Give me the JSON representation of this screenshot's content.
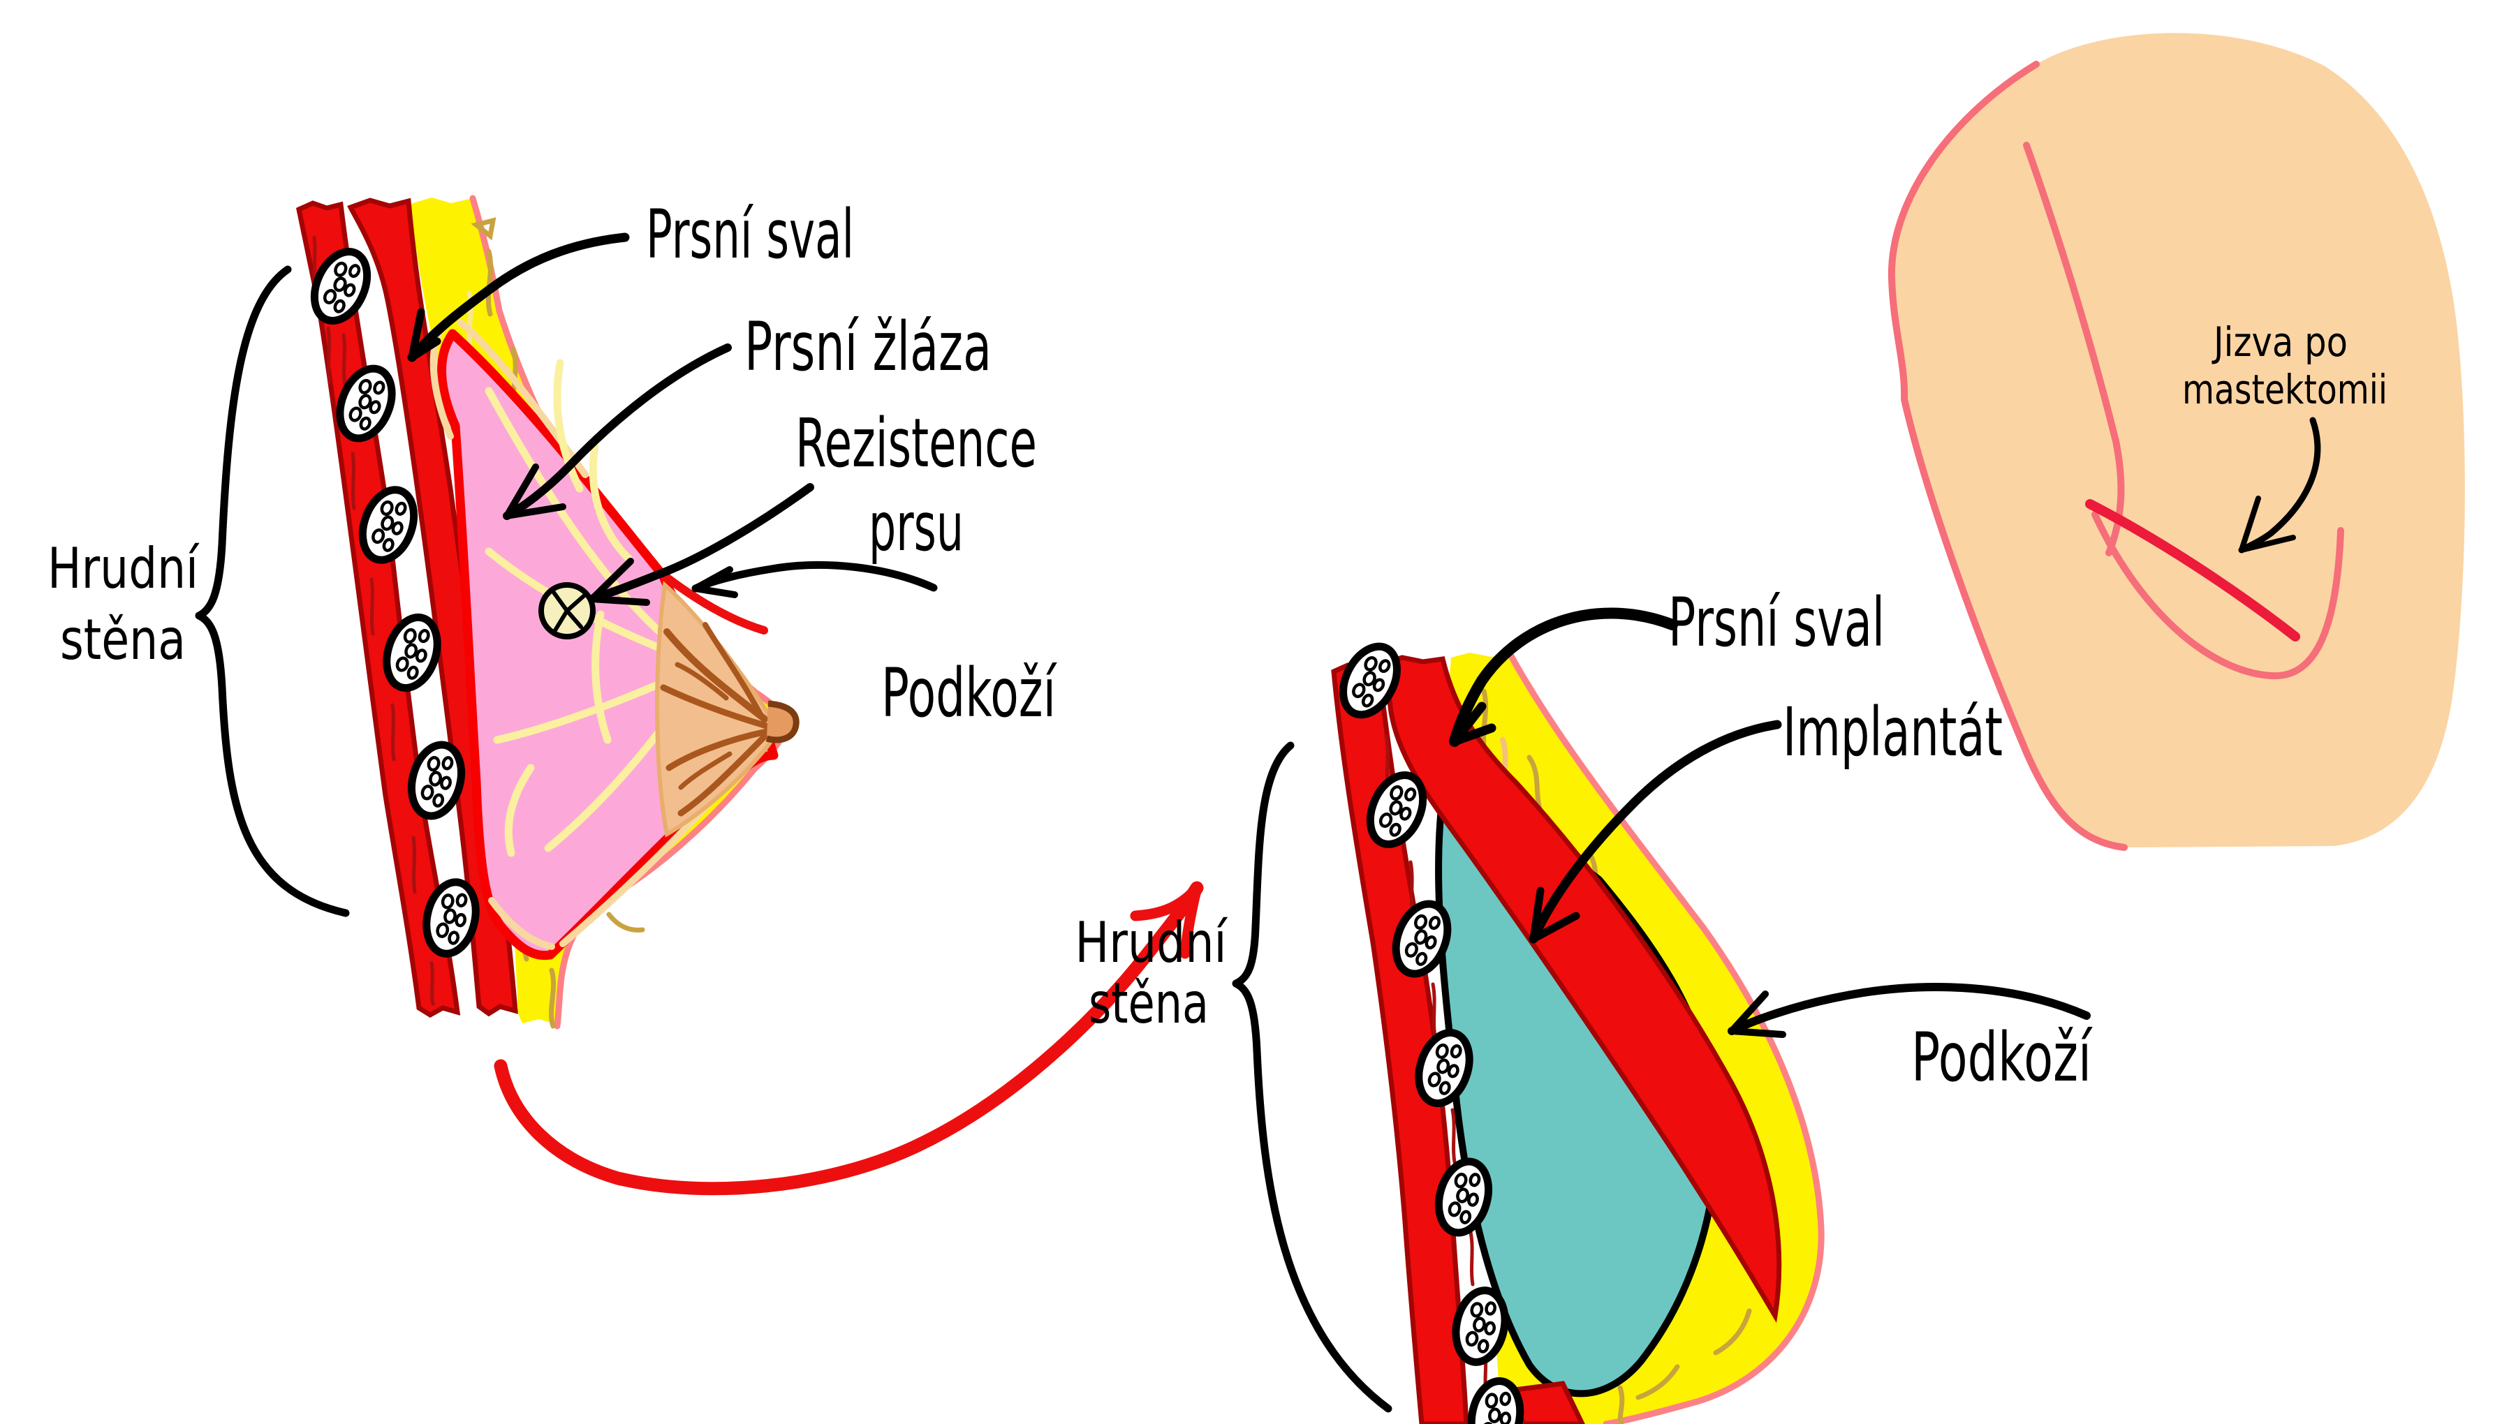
{
  "illustration": {
    "left_diagram": {
      "labels": {
        "pectoral_muscle": "Prsní sval",
        "mammary_gland": "Prsní žláza",
        "breast_lump_line1": "Rezistence",
        "breast_lump_line2": "prsu",
        "subcutis": "Podkoží",
        "chest_wall_line1": "Hrudní",
        "chest_wall_line2": "stěna"
      }
    },
    "right_diagram": {
      "labels": {
        "pectoral_muscle": "Prsní sval",
        "implant": "Implantát",
        "subcutis": "Podkoží",
        "chest_wall_line1": "Hrudní",
        "chest_wall_line2": "stěna"
      }
    },
    "torso": {
      "labels": {
        "scar_line1": "Jizva po",
        "scar_line2": "mastektomii"
      }
    },
    "colors": {
      "muscle_red": "#EE0C0C",
      "muscle_outline_dark_red": "#A40404",
      "fat_yellow": "#FDF200",
      "skin_edge_pink": "#FC8186",
      "gland_pink": "#FCA9D9",
      "gland_outline_red": "#F60000",
      "gland_branches_pale_yellow": "#FAF0A0",
      "fat_squiggle_tan": "#C9A33E",
      "implant_teal": "#6CC7C3",
      "bone_white": "#FFFFFF",
      "outline_black": "#000000",
      "areola_tan": "#F2BE8E",
      "duct_brown": "#A9571E",
      "torso_skin": "#FBD4A4",
      "torso_contour_pink": "#F56E79",
      "scar_red": "#EC1A3B",
      "lump_fill": "#F6F0BE",
      "transition_arrow_red": "#ED0F0F"
    }
  }
}
